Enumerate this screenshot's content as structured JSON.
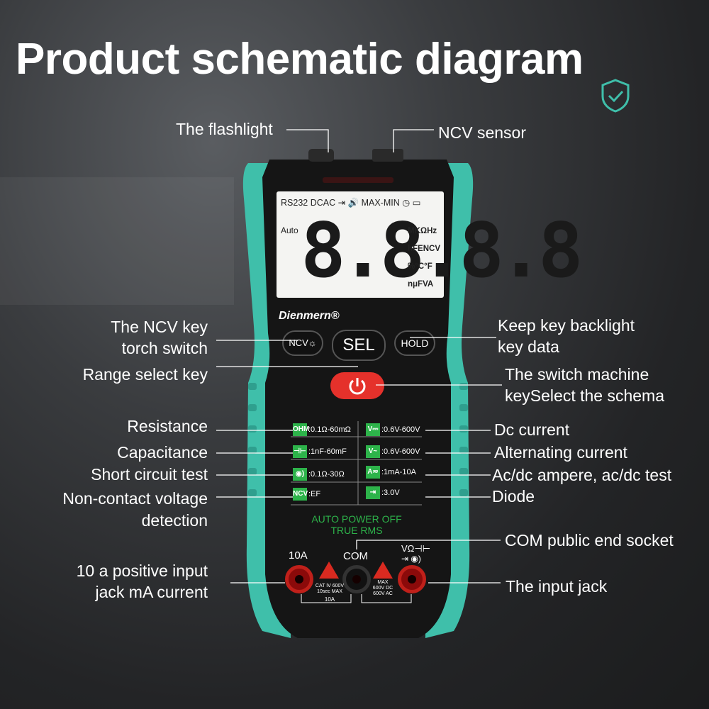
{
  "title": "Product schematic diagram",
  "colors": {
    "accent": "#3fbfaa",
    "green": "#2db34a",
    "red": "#e5312b"
  },
  "labels": {
    "flashlight": "The flashlight",
    "ncv_sensor": "NCV sensor",
    "ncv_key_1": "The NCV key",
    "ncv_key_2": "torch switch",
    "range_select": "Range select key",
    "keep_key_1": "Keep key backlight",
    "keep_key_2": "key data",
    "switch_1": "The switch machine",
    "switch_2": "keySelect the schema",
    "resistance": "Resistance",
    "capacitance": "Capacitance",
    "short_circuit": "Short circuit test",
    "ncv_detect_1": "Non-contact voltage",
    "ncv_detect_2": "detection",
    "dc_current": "Dc current",
    "alt_current": "Alternating current",
    "acdc_ampere": "Ac/dc ampere, ac/dc test",
    "diode": "Diode",
    "com_socket": "COM public end socket",
    "input_10a_1": "10 a positive input",
    "input_10a_2": "jack mA current",
    "input_jack": "The input jack"
  },
  "lcd": {
    "top": "RS232  DCAC  ⇥  🔊  MAX-MIN  ◷  ▭",
    "auto": "Auto",
    "digits": "8.8.8.8",
    "units": [
      "MKΩHz",
      "hFENCV",
      "%°C°F",
      "nμFVA"
    ]
  },
  "brand": "Dienmern®",
  "keys": {
    "ncv": "NCV☼",
    "sel": "SEL",
    "hold": "HOLD"
  },
  "specs_left": [
    {
      "icon": "OHM",
      "text": ":0.1Ω-60mΩ"
    },
    {
      "icon": "⊣⊢",
      "text": ":1nF-60mF"
    },
    {
      "icon": "◉)",
      "text": ":0.1Ω-30Ω"
    },
    {
      "icon": "NCV",
      "text": ":EF"
    }
  ],
  "specs_right": [
    {
      "icon": "V⎓",
      "text": ":0.6V-600V"
    },
    {
      "icon": "V~",
      "text": ":0.6V-600V"
    },
    {
      "icon": "A≂",
      "text": ":1mA-10A"
    },
    {
      "icon": "⇥",
      "text": ":3.0V"
    }
  ],
  "auto_power": "AUTO POWER OFF",
  "true_rms": "TRUE RMS",
  "jacks": {
    "left": "10A",
    "com": "COM",
    "right": "VΩ⊣⊢",
    "right2": "⇥ ◉)"
  },
  "tiny_left": "CAT IV 600V\n10sec MAX",
  "tiny_left2": "10A",
  "tiny_right": "MAX\n600V DC\n600V AC"
}
